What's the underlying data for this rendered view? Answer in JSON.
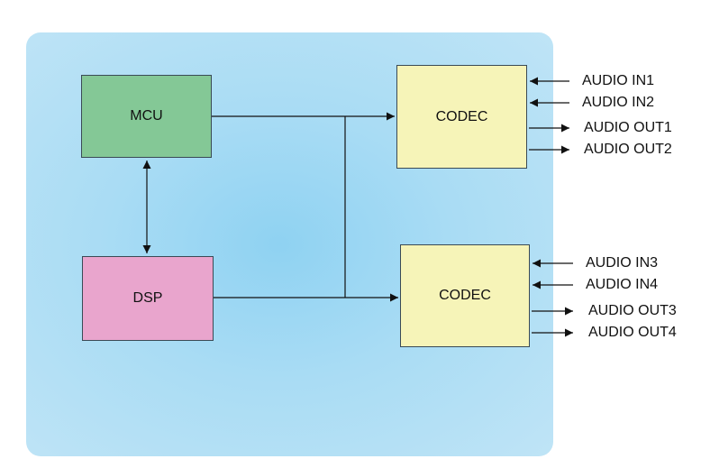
{
  "blocks": {
    "mcu": "MCU",
    "dsp": "DSP",
    "codec_1": "CODEC",
    "codec_2": "CODEC"
  },
  "io": {
    "in1": "AUDIO IN1",
    "in2": "AUDIO IN2",
    "out1": "AUDIO OUT1",
    "out2": "AUDIO OUT2",
    "in3": "AUDIO IN3",
    "in4": "AUDIO IN4",
    "out3": "AUDIO OUT3",
    "out4": "AUDIO OUT4"
  },
  "colors": {
    "panel": "#a9dcf4",
    "mcu": "#84c896",
    "dsp": "#e9a5cd",
    "codec": "#f6f4b8",
    "line": "#111111"
  }
}
